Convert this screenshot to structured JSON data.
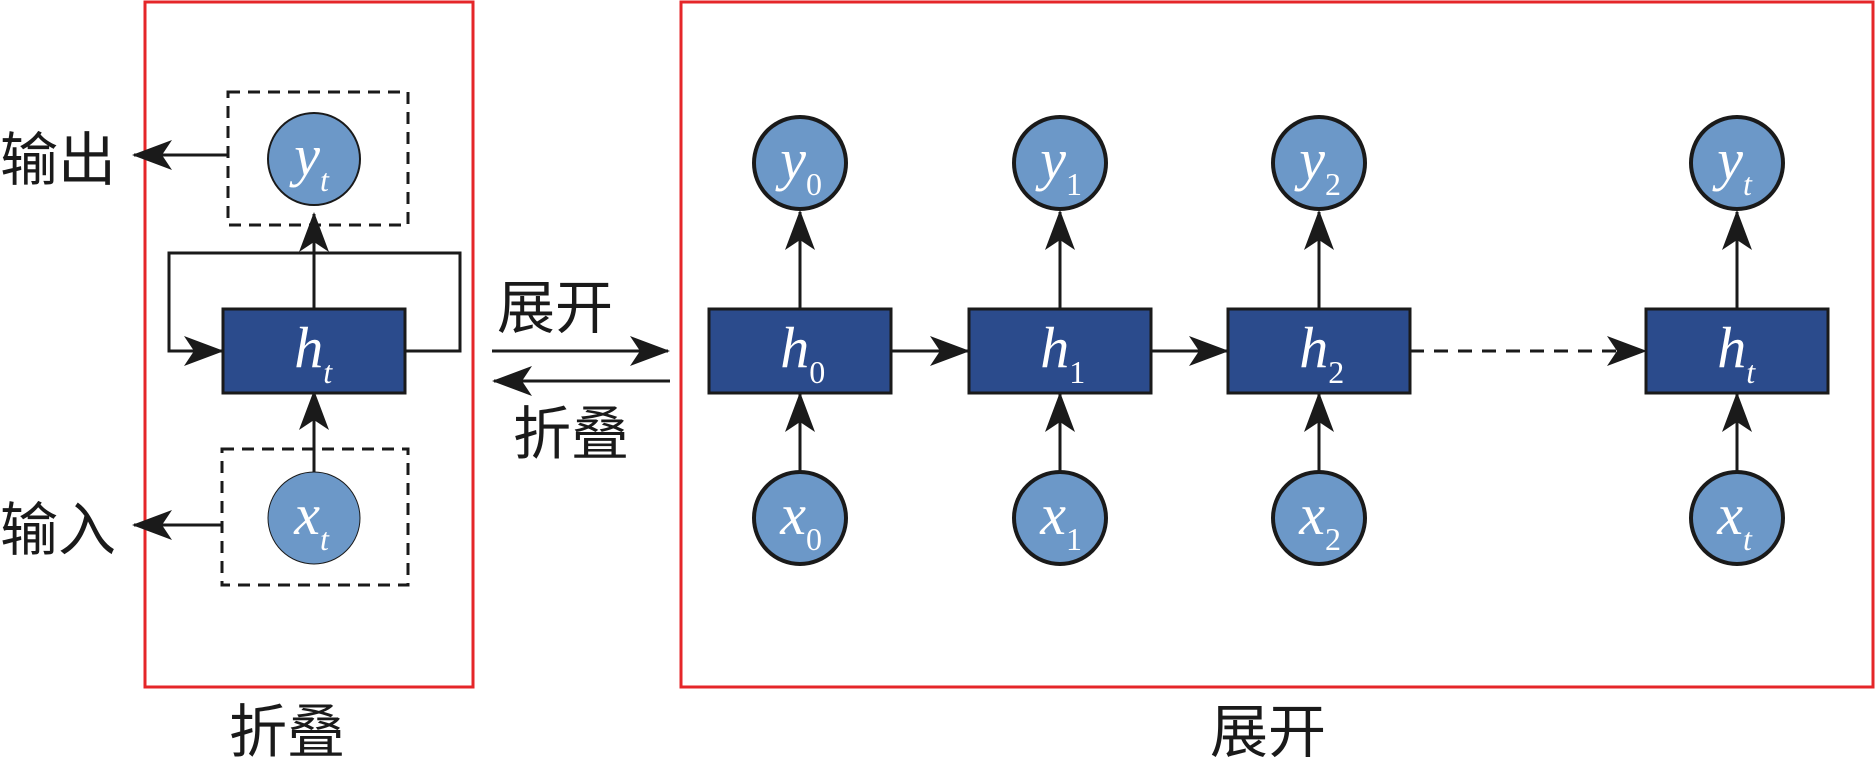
{
  "colors": {
    "frame": "#e52629",
    "box_fill": "#2b4b8c",
    "circle_fill": "#6c98c8",
    "stroke": "#1a1a1a"
  },
  "labels": {
    "output": "输出",
    "input": "输入",
    "unfold_arrow": "展开",
    "fold_arrow": "折叠",
    "folded_caption": "折叠",
    "unfolded_caption": "展开"
  },
  "folded": {
    "output": {
      "base": "y",
      "sub": "t"
    },
    "hidden": {
      "base": "h",
      "sub": "t"
    },
    "input": {
      "base": "x",
      "sub": "t"
    }
  },
  "unfolded": [
    {
      "output": {
        "base": "y",
        "sub": "0"
      },
      "hidden": {
        "base": "h",
        "sub": "0"
      },
      "input": {
        "base": "x",
        "sub": "0"
      }
    },
    {
      "output": {
        "base": "y",
        "sub": "1"
      },
      "hidden": {
        "base": "h",
        "sub": "1"
      },
      "input": {
        "base": "x",
        "sub": "1"
      }
    },
    {
      "output": {
        "base": "y",
        "sub": "2"
      },
      "hidden": {
        "base": "h",
        "sub": "2"
      },
      "input": {
        "base": "x",
        "sub": "2"
      }
    },
    {
      "output": {
        "base": "y",
        "sub": "t"
      },
      "hidden": {
        "base": "h",
        "sub": "t"
      },
      "input": {
        "base": "x",
        "sub": "t"
      }
    }
  ]
}
